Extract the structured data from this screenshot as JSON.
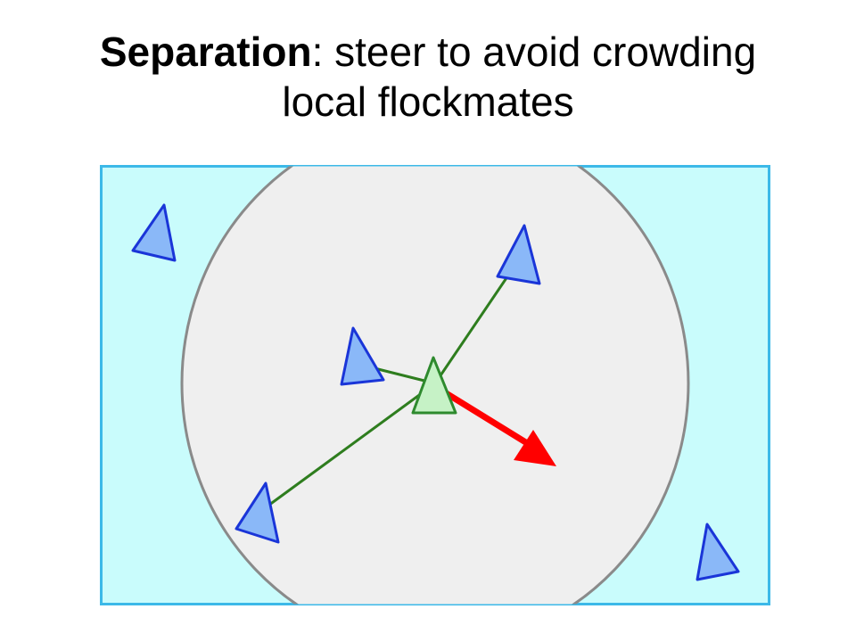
{
  "slide": {
    "title_term": "Separation",
    "title_rest": ": steer to avoid crowding",
    "title_line2": "local flockmates"
  },
  "diagram": {
    "colors": {
      "background": "#c9fcfc",
      "frame": "#3cb9e8",
      "neighborhood_fill": "#efefef",
      "neighborhood_stroke": "#8a8a8a",
      "boid_fill": "#8ab8f8",
      "boid_stroke": "#1a35d8",
      "focal_fill": "#c6f2c6",
      "focal_stroke": "#2e8a2e",
      "link": "#2e7d1e",
      "steering": "#ff0000"
    }
  }
}
